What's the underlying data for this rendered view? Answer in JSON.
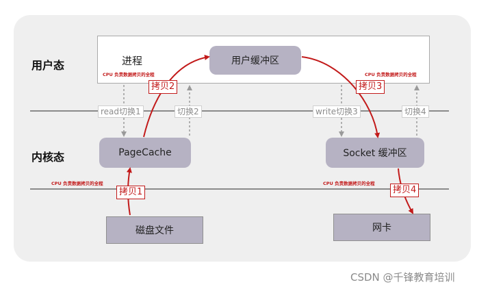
{
  "layers": {
    "user": "用户态",
    "kernel": "内核态"
  },
  "boxes": {
    "process": "进程",
    "user_buffer": "用户缓冲区",
    "page_cache": "PageCache",
    "socket_buffer": "Socket 缓冲区",
    "disk_file": "磁盘文件",
    "nic": "网卡"
  },
  "copies": {
    "copy1": "拷贝1",
    "copy2": "拷贝2",
    "copy3": "拷贝3",
    "copy4": "拷贝4"
  },
  "switches": {
    "switch1": "read切换1",
    "switch2": "切换2",
    "switch3": "write切换3",
    "switch4": "切换4"
  },
  "cpu_note": "CPU 负责数据拷贝的全程",
  "watermark": "CSDN @千锋教育培训",
  "colors": {
    "box_fill": "#b6b2c3",
    "copy_red": "#c21a1a",
    "dashed_gray": "#9a9a9a",
    "panel_bg": "#efefef"
  }
}
